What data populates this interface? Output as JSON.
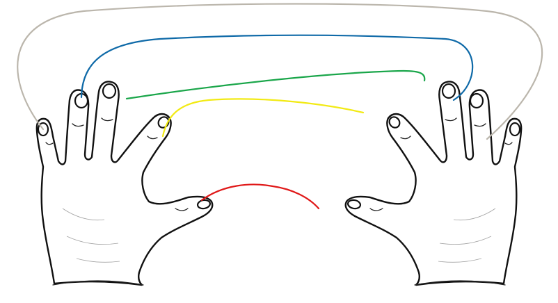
{
  "colors": {
    "background": "#ffffff",
    "outline": "#111111",
    "pinky_connection": "#bbb6ac",
    "ring_connection": "#0f6aa8",
    "middle_connection": "#1aa64a",
    "index_connection": "#f2ea14",
    "thumb_connection": "#e01818"
  },
  "hands": [
    {
      "side": "left",
      "fingers": [
        "pinky",
        "ring",
        "middle",
        "index",
        "thumb"
      ]
    },
    {
      "side": "right",
      "fingers": [
        "thumb",
        "index",
        "middle",
        "ring",
        "pinky"
      ]
    }
  ],
  "connections": [
    {
      "pair": "pinky-pinky",
      "color": "#bbb6ac"
    },
    {
      "pair": "ring-ring",
      "color": "#0f6aa8"
    },
    {
      "pair": "middle-middle",
      "color": "#1aa64a"
    },
    {
      "pair": "index-index",
      "color": "#f2ea14"
    },
    {
      "pair": "thumb-thumb",
      "color": "#e01818"
    }
  ]
}
